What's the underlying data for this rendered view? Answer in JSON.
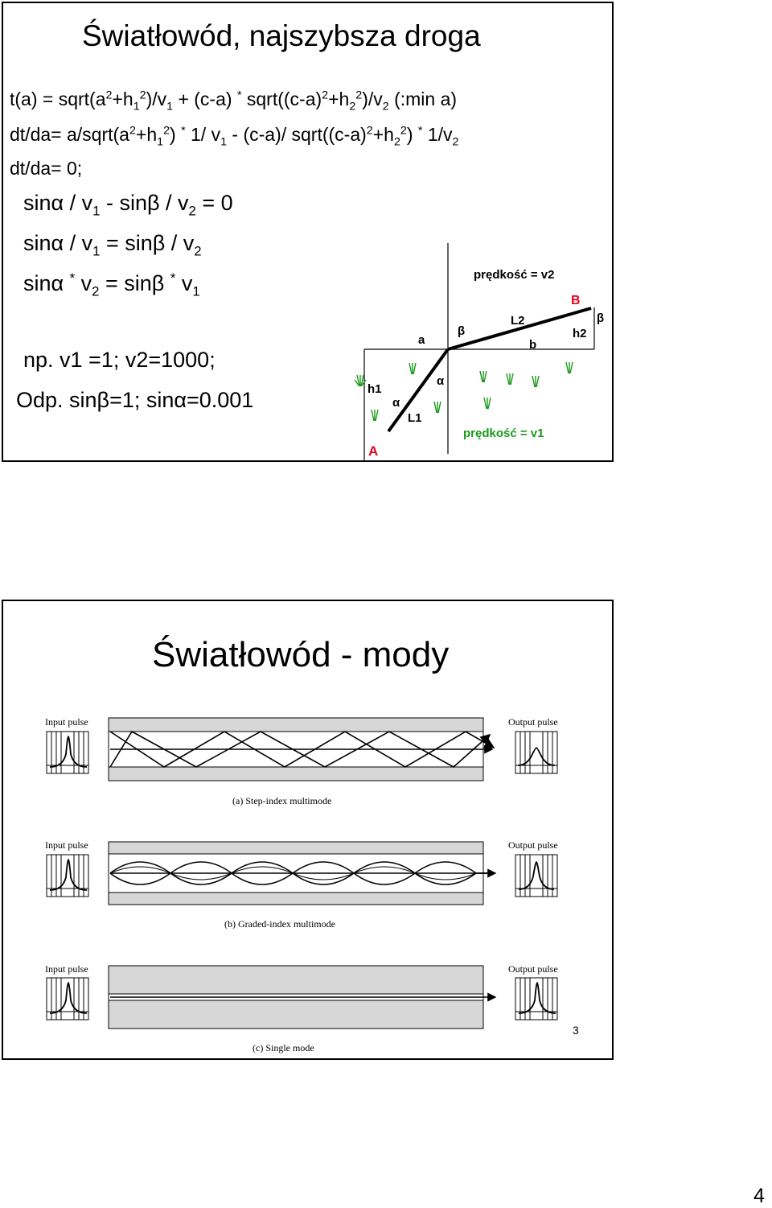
{
  "slide1": {
    "title": "Światłowód, najszybsza droga",
    "line1": {
      "a": "t(a) = sqrt(a",
      "a_sup": "2",
      "b": "+h",
      "b_sub": "1",
      "b_sup": "2",
      "c": ")/v",
      "c_sub": "1",
      "d": " + (c-a) ",
      "star": "*",
      "e": " sqrt((c-a)",
      "e_sup": "2",
      "f": "+h",
      "f_sub": "2",
      "f_sup": "2",
      "g": ")/v",
      "g_sub": "2",
      "h": " (:min a)"
    },
    "line2": {
      "a": "dt/da= a/sqrt(a",
      "a_sup": "2",
      "b": "+h",
      "b_sub": "1",
      "b_sup": "2",
      "c": ") ",
      "star": "*",
      "d": " 1/ v",
      "d_sub": "1",
      "e": " - (c-a)/ sqrt((c-a)",
      "e_sup": "2",
      "f": "+h",
      "f_sub": "2",
      "f_sup": "2",
      "g": ") ",
      "star2": "*",
      "h": " 1/v",
      "h_sub": "2"
    },
    "line3": "dt/da= 0;",
    "eq1": {
      "a": "sinα / v",
      "a_sub": "1",
      "b": " - sinβ / v",
      "b_sub": "2",
      "c": " = 0"
    },
    "eq2": {
      "a": "sinα / v",
      "a_sub": "1",
      "b": " = sinβ / v",
      "b_sub": "2"
    },
    "eq3": {
      "a": "sinα ",
      "star": "*",
      "b": " v",
      "b_sub": "2",
      "c": " = sinβ ",
      "star2": "*",
      "d": " v",
      "d_sub": "1"
    },
    "example": "np. v1 =1; v2=1000;",
    "answer": "Odp. sinβ=1; sinα=0.001",
    "diagram": {
      "speed_v2": "prędkość = v2",
      "speed_v1": "prędkość = v1",
      "point_a": "A",
      "point_b": "B",
      "beta_right": "β",
      "beta_mid": "β",
      "alpha_upper": "α",
      "alpha_lower": "α",
      "len_a": "a",
      "len_b": "b",
      "len_l1": "L1",
      "len_l2": "L2",
      "len_h1": "h1",
      "len_h2": "h2",
      "red": "#e8001c",
      "green": "#1a9a1a",
      "grass_icon": "grass-icon"
    }
  },
  "slide2": {
    "title": "Światłowód - mody",
    "input_pulse": "Input pulse",
    "output_pulse": "Output pulse",
    "caption_a": "(a) Step-index multimode",
    "caption_b": "(b) Graded-index multimode",
    "caption_c": "(c) Single mode",
    "slide_no": "3"
  },
  "page_number": "4"
}
